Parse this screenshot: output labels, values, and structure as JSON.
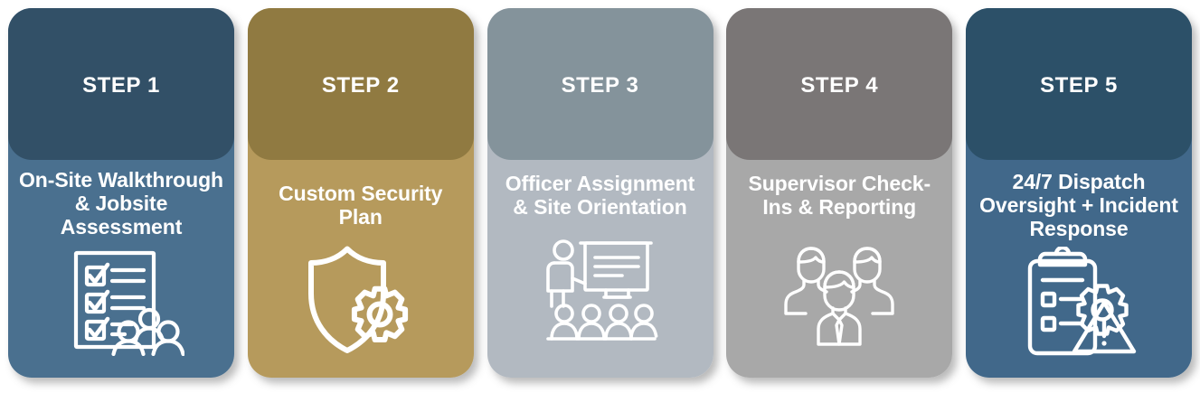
{
  "infographic": {
    "title": "Security Service Process Steps",
    "card_count": 5,
    "cards": [
      {
        "step_label": "STEP 1",
        "title": "On-Site Walkthrough & Jobsite Assessment",
        "icon": "checklist-people-icon",
        "header_color": "#325067",
        "body_color": "#4a708f",
        "text_color": "#ffffff"
      },
      {
        "step_label": "STEP 2",
        "title": "Custom Security Plan",
        "icon": "shield-gear-icon",
        "header_color": "#907a41",
        "body_color": "#b69a5c",
        "text_color": "#ffffff"
      },
      {
        "step_label": "STEP 3",
        "title": "Officer Assignment & Site Orientation",
        "icon": "training-presentation-icon",
        "header_color": "#84939b",
        "body_color": "#b2b9c1",
        "text_color": "#ffffff"
      },
      {
        "step_label": "STEP 4",
        "title": "Supervisor Check-Ins & Reporting",
        "icon": "team-three-people-icon",
        "header_color": "#7a7676",
        "body_color": "#a8a8a8",
        "text_color": "#ffffff"
      },
      {
        "step_label": "STEP 5",
        "title": "24/7 Dispatch Oversight + Incident Response",
        "icon": "clipboard-gear-alert-icon",
        "header_color": "#2c5068",
        "body_color": "#41688a",
        "text_color": "#ffffff"
      }
    ]
  }
}
